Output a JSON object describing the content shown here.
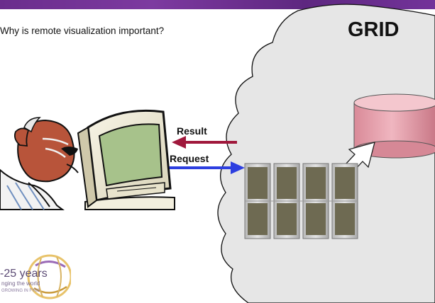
{
  "slide": {
    "question": "Why is remote visualization important?",
    "grid_label": "GRID",
    "result_label": "Result",
    "request_label": "Request"
  },
  "logo": {
    "years_text": "-25 years",
    "line2": "nging the world",
    "line3": "GROWING IN FY08"
  },
  "colors": {
    "banner": "#6a2d8c",
    "cloud_fill": "#e6e6e6",
    "result_arrow": "#a0183c",
    "request_arrow": "#2d3fe0",
    "database": "#e8a4b0"
  }
}
